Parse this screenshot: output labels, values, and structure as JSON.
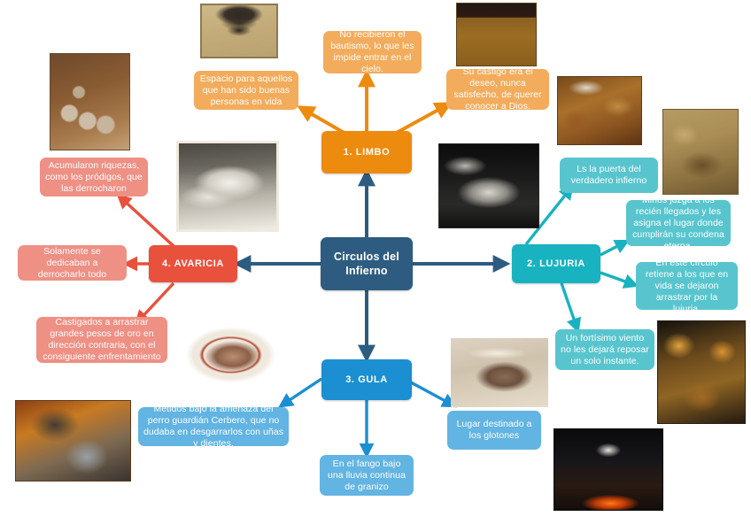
{
  "diagram": {
    "title": "Circulos del Infierno",
    "type": "mind-map",
    "colors": {
      "center": "#2E5C80",
      "limbo": "#ED8B0F",
      "limbo_leaf": "#F2AC5C",
      "lujuria": "#19B2C0",
      "lujuria_leaf": "#58C5CE",
      "gula": "#1B8FD1",
      "gula_leaf": "#62B4E2",
      "avaricia": "#E8513C",
      "avaricia_leaf": "#EE9084"
    }
  },
  "center": {
    "label": "Circulos del\nInfierno",
    "line1": "Circulos del",
    "line2": "Infierno"
  },
  "branches": [
    {
      "id": "limbo",
      "label": "1. LIMBO",
      "leaves": [
        {
          "id": "limbo-leaf-1",
          "text": "Espacio para aquellos que han sido buenas personas en vida"
        },
        {
          "id": "limbo-leaf-2",
          "text": "No recibieron el bautismo, lo que les impide entrar en el cielo."
        },
        {
          "id": "limbo-leaf-3",
          "text": "Su castigo era el deseo, nunca satisfecho, de querer conocer a Dios."
        }
      ]
    },
    {
      "id": "lujuria",
      "label": "2. LUJURIA",
      "leaves": [
        {
          "id": "lujuria-leaf-1",
          "text": "Ls la puerta del verdadero infierno"
        },
        {
          "id": "lujuria-leaf-2",
          "text": "Minos juzga a los recién llegados y les asigna el lugar donde cumplirán su condena eterna."
        },
        {
          "id": "lujuria-leaf-3",
          "text": "En este círculo retiene a los que en vida se dejaron arrastrar por la lujuria."
        },
        {
          "id": "lujuria-leaf-4",
          "text": "Un fortísimo viento no les dejará reposar un solo instante."
        }
      ]
    },
    {
      "id": "gula",
      "label": "3. GULA",
      "leaves": [
        {
          "id": "gula-leaf-1",
          "text": "Metidos bajo la amenaza del perro guardián Cerbero, que no dudaba en desgarrarlos con uñas y dientes."
        },
        {
          "id": "gula-leaf-2",
          "text": "En el fango bajo una lluvia continua de granizo"
        },
        {
          "id": "gula-leaf-3",
          "text": "Lugar destinado a los glotones"
        }
      ]
    },
    {
      "id": "avaricia",
      "label": "4. AVARICIA",
      "leaves": [
        {
          "id": "avaricia-leaf-1",
          "text": "Acumularon riquezas, como los pródigos, que las derrocharon"
        },
        {
          "id": "avaricia-leaf-2",
          "text": "Solamente se dedicaban a derrocharlo todo"
        },
        {
          "id": "avaricia-leaf-3",
          "text": "Castigados a arrastrar grandes pesos de oro en dirección contraria, con el consiguiente enfrentamiento"
        }
      ]
    }
  ],
  "images": [
    {
      "id": "img-funnel",
      "name": "hell-funnel-diagram-image"
    },
    {
      "id": "img-gate",
      "name": "hell-gate-relief-image"
    },
    {
      "id": "img-boulders",
      "name": "avarice-boulders-painting-image"
    },
    {
      "id": "img-dore-lust",
      "name": "dore-lust-engraving-image"
    },
    {
      "id": "img-dore-dark",
      "name": "dore-dark-engraving-image"
    },
    {
      "id": "img-bosch",
      "name": "bosch-hell-painting-image"
    },
    {
      "id": "img-charon",
      "name": "charon-boat-painting-image"
    },
    {
      "id": "img-bruegel",
      "name": "bruegel-dull-gret-painting-image"
    },
    {
      "id": "img-ship",
      "name": "burning-ship-night-painting-image"
    },
    {
      "id": "img-cerbero",
      "name": "cerberus-miniature-image"
    },
    {
      "id": "img-fresco",
      "name": "gluttony-fresco-image"
    },
    {
      "id": "img-demon",
      "name": "demon-illustration-image"
    }
  ]
}
